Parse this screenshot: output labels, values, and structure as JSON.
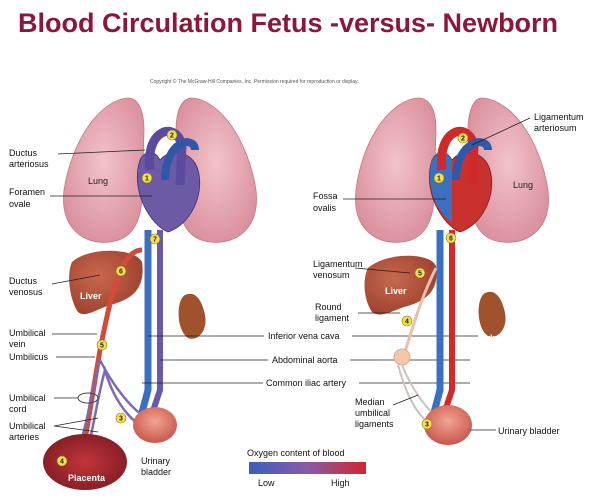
{
  "title": "Blood Circulation Fetus -versus- Newborn",
  "copyright": "Copyright © The McGraw-Hill Companies, Inc. Permission required for reproduction or display.",
  "fetus": {
    "labels": {
      "ductus_arteriosus": [
        "Ductus",
        "arteriosus"
      ],
      "foramen_ovale": [
        "Foramen",
        "ovale"
      ],
      "ductus_venosus": [
        "Ductus",
        "venosus"
      ],
      "umbilical_vein": [
        "Umbilical",
        "vein"
      ],
      "umbilicus": "Umbilicus",
      "umbilical_cord": [
        "Umbilical",
        "cord"
      ],
      "umbilical_arteries": [
        "Umbilical",
        "arteries"
      ],
      "urinary_bladder": [
        "Urinary",
        "bladder"
      ]
    },
    "organs": {
      "lung": "Lung",
      "liver": "Liver",
      "kidney": "Kidney",
      "placenta": "Placenta"
    },
    "numbers": [
      "1",
      "2",
      "3",
      "4",
      "5",
      "6",
      "7"
    ]
  },
  "center_labels": {
    "inferior_vena_cava": "Inferior vena cava",
    "abdominal_aorta": "Abdominal aorta",
    "common_iliac_artery": "Common iliac artery"
  },
  "newborn": {
    "labels": {
      "ligamentum_arteriosum": [
        "Ligamentum",
        "arteriosum"
      ],
      "fossa_ovalis": [
        "Fossa",
        "ovalis"
      ],
      "ligamentum_venosum": [
        "Ligamentum",
        "venosum"
      ],
      "round_ligament": [
        "Round",
        "ligament"
      ],
      "median_umbilical_ligaments": [
        "Median",
        "umbilical",
        "ligaments"
      ],
      "urinary_bladder": "Urinary bladder"
    },
    "organs": {
      "lung": "Lung",
      "liver": "Liver",
      "kidney": "Kidney"
    },
    "numbers": [
      "1",
      "2",
      "3",
      "4",
      "5",
      "6"
    ]
  },
  "legend": {
    "title": "Oxygen content of blood",
    "low": "Low",
    "high": "High",
    "colors": {
      "low": "#3a5fbf",
      "mid": "#8a5aa8",
      "high": "#d0262a"
    }
  },
  "colors": {
    "title": "#8c1738",
    "lung": "#e7a9b3",
    "liver": "#b8503a",
    "vein": "#3b6fc0",
    "artery": "#d22a2a",
    "placenta": "#a8252d",
    "bladder": "#e07a6a"
  }
}
